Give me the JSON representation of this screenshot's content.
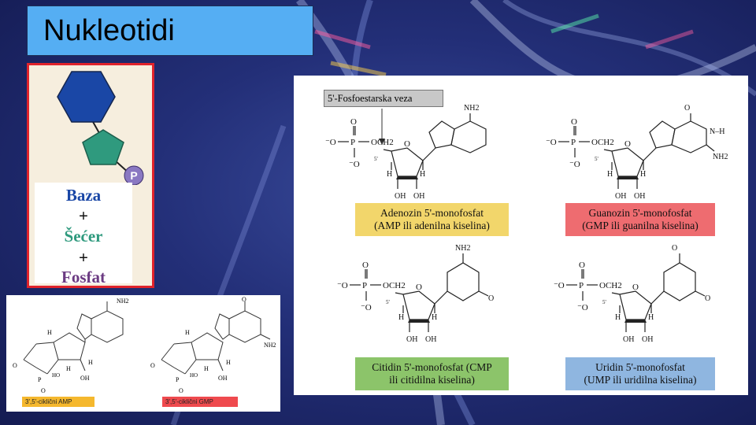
{
  "slide": {
    "title": "Nukleotidi"
  },
  "legend": {
    "baza": "Baza",
    "plus1": "+",
    "secer": "Šećer",
    "plus2": "+",
    "fosfat": "Fosfat",
    "phosphate_symbol": "P"
  },
  "colors": {
    "baza": "#1a47a6",
    "secer": "#2f9a7e",
    "fosfat": "#6b3a82",
    "phosphate_circle": "#8a78c2",
    "title_box": "#55aef3",
    "frame": "#e0232b"
  },
  "cyclic": {
    "amp": {
      "label": "3',5'-ciklični AMP",
      "color": "#f5b82e",
      "atoms": {
        "nh2": "NH2",
        "h1": "H",
        "h2": "H",
        "h3": "H",
        "oh": "OH",
        "o1": "O",
        "o2": "O",
        "p": "P",
        "ho": "HO"
      }
    },
    "gmp": {
      "label": "3',5'-ciklični GMP",
      "color": "#ef4a4e",
      "atoms": {
        "o": "O",
        "nh2": "NH2",
        "h1": "H",
        "h2": "H",
        "h3": "H",
        "oh": "OH",
        "o1": "O",
        "o2": "O",
        "p": "P",
        "ho": "HO"
      }
    }
  },
  "nucleotides": {
    "link_label": "5'-Fosfoestarska veza",
    "amp": {
      "line1": "Adenozin 5'-monofosfat",
      "line2": "(AMP ili adenilna kiselina)",
      "color": "#f2d66b",
      "base_label": "NH2"
    },
    "gmp": {
      "line1": "Guanozin 5'-monofosfat",
      "line2": "(GMP ili guanilna kiselina)",
      "color": "#ee6c70",
      "base_top": "O",
      "base_side": "N–H",
      "base_label": "NH2"
    },
    "cmp": {
      "line1": "Citidin 5'-monofosfat (CMP",
      "line2": "ili citidilna kiselina)",
      "color": "#8cc46a",
      "base_label": "NH2",
      "base_side": "O"
    },
    "ump": {
      "line1": "Uridin 5'-monofosfat",
      "line2": "(UMP ili uridilna kiselina)",
      "color": "#8fb6e0",
      "base_label": "O",
      "base_side": "O"
    },
    "phosphate": {
      "o_minus": "⁻O",
      "p": "P",
      "o": "O",
      "och2": "OCH2",
      "five": "5'"
    },
    "sugar": {
      "h": "H",
      "oh": "OH",
      "o": "O"
    }
  }
}
